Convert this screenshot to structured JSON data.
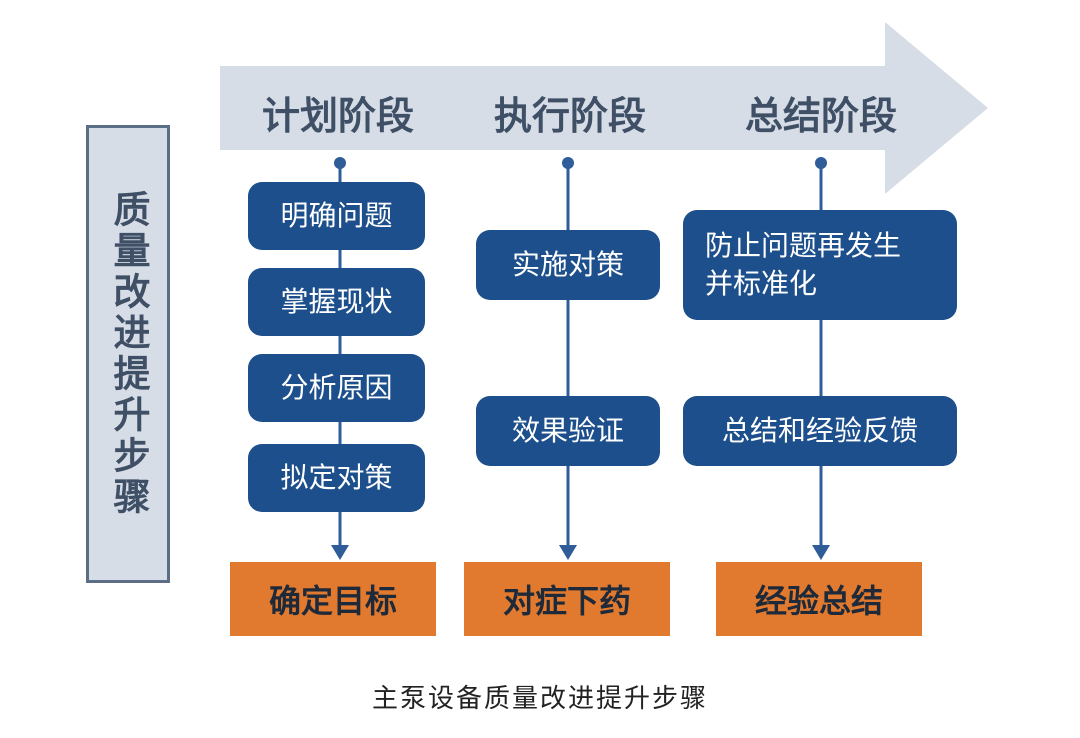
{
  "side_title": "质量改进提升步骤",
  "phases": [
    {
      "label": "计划阶段",
      "steps": [
        "明确问题",
        "掌握现状",
        "分析原因",
        "拟定对策"
      ],
      "result": "确定目标"
    },
    {
      "label": "执行阶段",
      "steps": [
        "实施对策",
        "效果验证"
      ],
      "result": "对症下药"
    },
    {
      "label": "总结阶段",
      "steps": [
        "防止问题再发生并标准化",
        "总结和经验反馈"
      ],
      "result": "经验总结"
    }
  ],
  "caption": "主泵设备质量改进提升步骤",
  "colors": {
    "arrow": "#d6dde6",
    "step_box": "#1c4f8b",
    "result_box": "#e17a2e",
    "connector": "#2e5d9a",
    "text_dark": "#3f4f66"
  }
}
